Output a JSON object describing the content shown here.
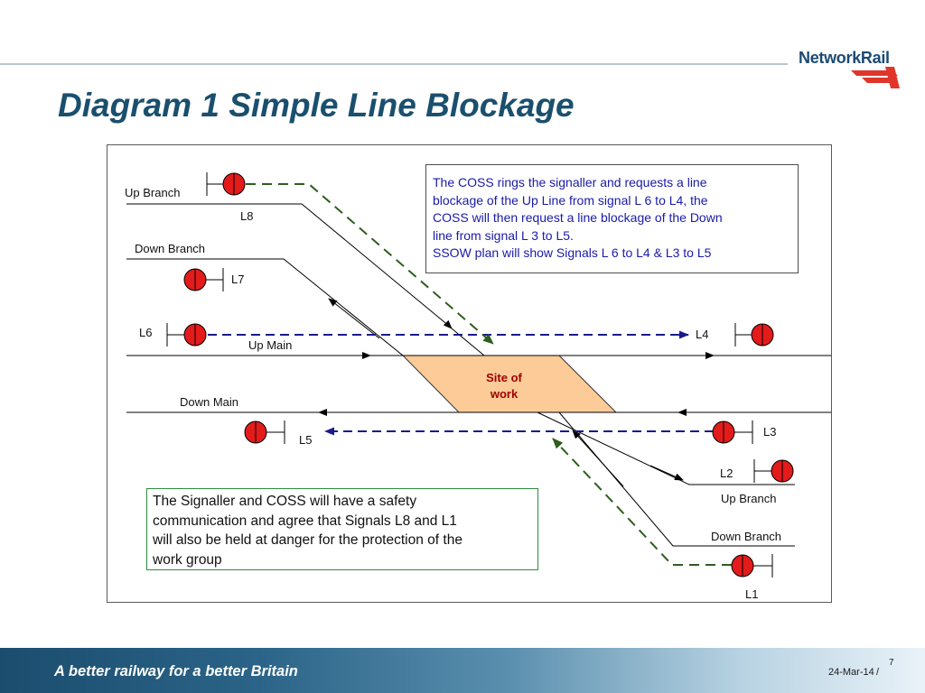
{
  "header": {
    "title": "Diagram 1 Simple Line Blockage",
    "logo_text": "NetworkRail"
  },
  "diagram": {
    "lines": {
      "up_branch_left": "Up Branch",
      "down_branch_left": "Down Branch",
      "up_main": "Up Main",
      "down_main": "Down Main",
      "up_branch_right": "Up Branch",
      "down_branch_right": "Down Branch"
    },
    "signals": {
      "l1": "L1",
      "l2": "L2",
      "l3": "L3",
      "l4": "L4",
      "l5": "L5",
      "l6": "L6",
      "l7": "L7",
      "l8": "L8"
    },
    "site_of_work": [
      "Site of",
      "work"
    ],
    "coss_note": [
      "The COSS rings the signaller and requests a line",
      "blockage of the Up Line from signal L  6 to L4,  the",
      "COSS will then request a line blockage of the Down",
      "line from signal L 3 to L5.",
      "SSOW plan will show Signals L 6 to L4 & L3 to L5"
    ],
    "safety_note": [
      "The Signaller and COSS will have a safety",
      "communication and agree that Signals L8 and L1",
      "will also be held at danger for the protection of the",
      "work group"
    ],
    "colors": {
      "signal_red": "#e31b1b",
      "work_site_fill": "#fccb98",
      "blockage_blue": "#1a1a8c",
      "protection_green": "#2e5e1e"
    }
  },
  "footer": {
    "tagline": "A better railway for a better Britain",
    "date": "24-Mar-14",
    "separator": "/",
    "page": "7"
  }
}
